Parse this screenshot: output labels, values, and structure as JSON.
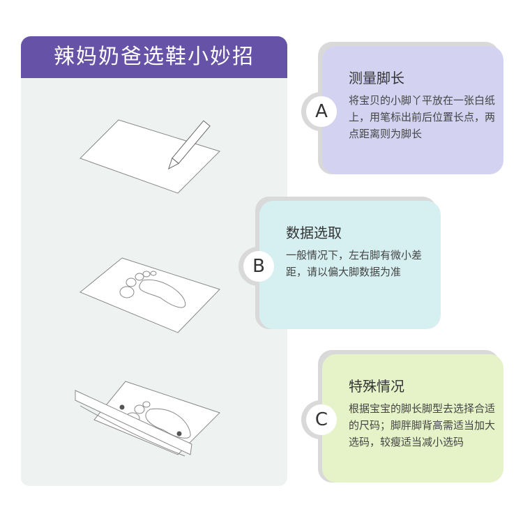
{
  "header": {
    "title": "辣妈奶爸选鞋小妙招"
  },
  "cards": [
    {
      "letter": "A",
      "title": "测量脚长",
      "text": "将宝贝的小脚丫平放在一张白纸上，用笔标出前后位置长点，两点距离则为脚长",
      "color": "#d3d3f1"
    },
    {
      "letter": "B",
      "title": "数据选取",
      "text": "一般情况下，左右脚有微小差距，请以偏大脚数据为准",
      "color": "#d6f0f2"
    },
    {
      "letter": "C",
      "title": "特殊情况",
      "text": "根据宝宝的脚长脚型去选择合适的尺码；脚胖脚背高需适当加大选码，较瘦适当减小选码",
      "color": "#e6f3c8"
    }
  ]
}
